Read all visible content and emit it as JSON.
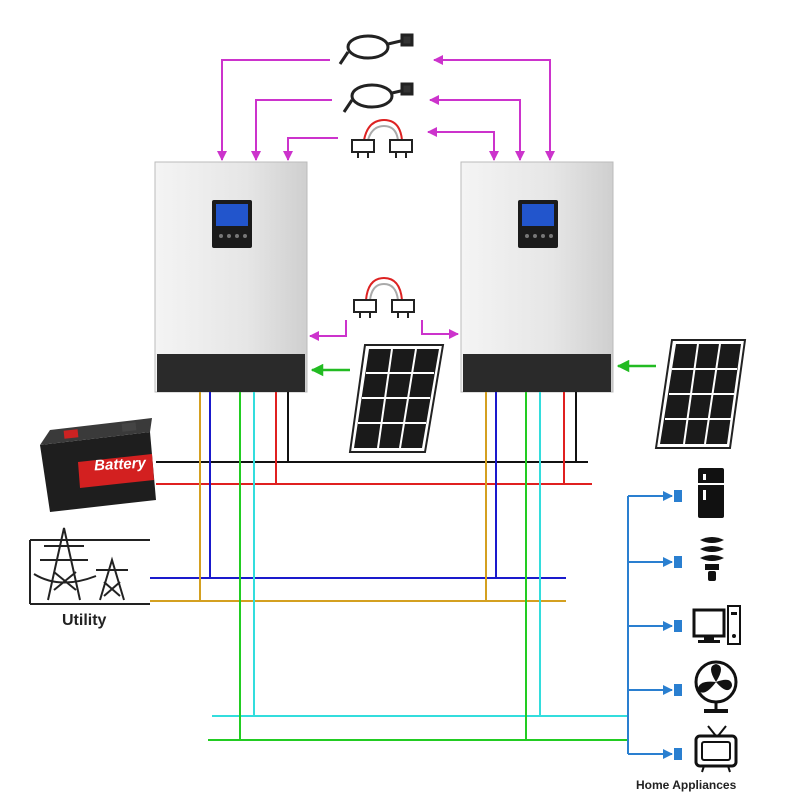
{
  "labels": {
    "battery": "Battery",
    "utility": "Utility",
    "home_appliances": "Home Appliances"
  },
  "colors": {
    "parallel_link": "#cc33cc",
    "pv_arrow": "#22bb22",
    "battery_positive": "#e02020",
    "battery_negative": "#111111",
    "utility_line": "#1a1acc",
    "utility_neutral": "#d4a020",
    "output_live": "#22cc22",
    "output_neutral": "#33dddd",
    "appliance_bus": "#2a7fd0",
    "inverter_body": "#eeeeee",
    "inverter_base": "#2a2a2a",
    "lcd": "#2255cc"
  },
  "icons": {
    "inverters": [
      "inverter-icon",
      "inverter-icon"
    ],
    "solar_panels": [
      "solar-panel-icon",
      "solar-panel-icon"
    ],
    "cables": [
      "communication-cable-icon",
      "communication-cable-icon",
      "current-sharing-cable-icon",
      "current-sharing-cable-icon"
    ],
    "source": [
      "battery-icon",
      "utility-tower-icon"
    ],
    "appliances": [
      "refrigerator-icon",
      "light-bulb-icon",
      "computer-icon",
      "fan-icon",
      "television-icon"
    ]
  }
}
